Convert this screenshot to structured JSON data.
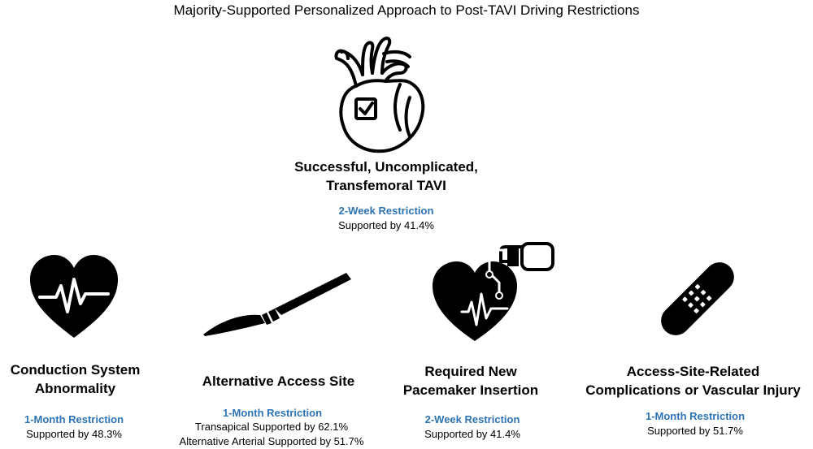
{
  "page": {
    "title": "Majority-Supported Personalized Approach to Post-TAVI Driving Restrictions",
    "accent_color": "#2E74B5"
  },
  "main_case": {
    "icon": "anatomical-heart-checkbox-icon",
    "title_line1": "Successful, Uncomplicated,",
    "title_line2": "Transfemoral TAVI",
    "restriction": "2-Week Restriction",
    "support": "Supported by 41.4%"
  },
  "cases": [
    {
      "icon": "heart-ecg-icon",
      "title_line1": "Conduction System",
      "title_line2": "Abnormality",
      "restriction": "1-Month Restriction",
      "support_lines": [
        "Supported by 48.3%"
      ]
    },
    {
      "icon": "scalpel-icon",
      "title_line1": "Alternative Access Site",
      "title_line2": "",
      "restriction": "1-Month Restriction",
      "support_lines": [
        "Transapical Supported by 62.1%",
        "Alternative Arterial Supported by 51.7%"
      ]
    },
    {
      "icon": "pacemaker-heart-icon",
      "title_line1": "Required New",
      "title_line2": "Pacemaker Insertion",
      "restriction": "2-Week Restriction",
      "support_lines": [
        "Supported by 41.4%"
      ]
    },
    {
      "icon": "bandage-icon",
      "title_line1": "Access-Site-Related",
      "title_line2": "Complications or Vascular Injury",
      "restriction": "1-Month Restriction",
      "support_lines": [
        "Supported by 51.7%"
      ]
    }
  ]
}
